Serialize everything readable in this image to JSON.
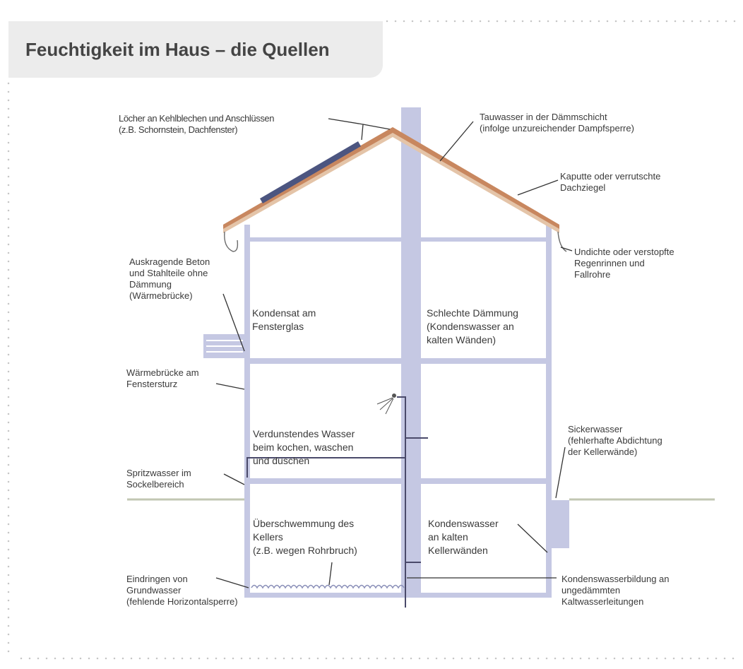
{
  "title": "Feuchtigkeit im Haus – die Quellen",
  "colors": {
    "wall": "#c5c8e3",
    "roof_tile": "#c8875f",
    "roof_under": "#e4c4a8",
    "solar": "#4c5580",
    "ground": "#c2c7b3",
    "text": "#3a3a3a",
    "leader": "#333333"
  },
  "labels": {
    "loecher": "Löcher an Kehlblechen und Anschlüssen\n(z.B. Schornstein, Dachfenster)",
    "tauwasser": "Tauwasser in der Dämmschicht\n(infolge unzureichender Dampfsperre)",
    "kaputte": "Kaputte oder verrutschte\nDachziegel",
    "undichte": "Undichte oder verstopfte\nRegenrinnen und\nFallrohre",
    "auskragende": "Auskragende Beton\nund Stahlteile ohne\nDämmung\n(Wärmebrücke)",
    "kondensat": "Kondensat am\nFensterglas",
    "schlechte": "Schlechte Dämmung\n(Kondenswasser an\nkalten Wänden)",
    "waermebruecke_sturz": "Wärmebrücke am\nFenstersturz",
    "verdunstendes": "Verdunstendes Wasser\nbeim kochen, waschen\nund duschen",
    "sickerwasser": "Sickerwasser\n(fehlerhafte Abdichtung\nder Kellerwände)",
    "spritzwasser": "Spritzwasser im\nSockelbereich",
    "ueberschwemmung": "Überschwemmung des\nKellers\n(z.B. wegen Rohrbruch)",
    "kondenswasser_keller": "Kondenswasser\nan kalten\nKellerwänden",
    "grundwasser": "Eindringen von\nGrundwasser\n(fehlende Horizontalsperre)",
    "kaltwasser": "Kondenswasserbildung an\nungedämmten\nKaltwasserleitungen"
  }
}
